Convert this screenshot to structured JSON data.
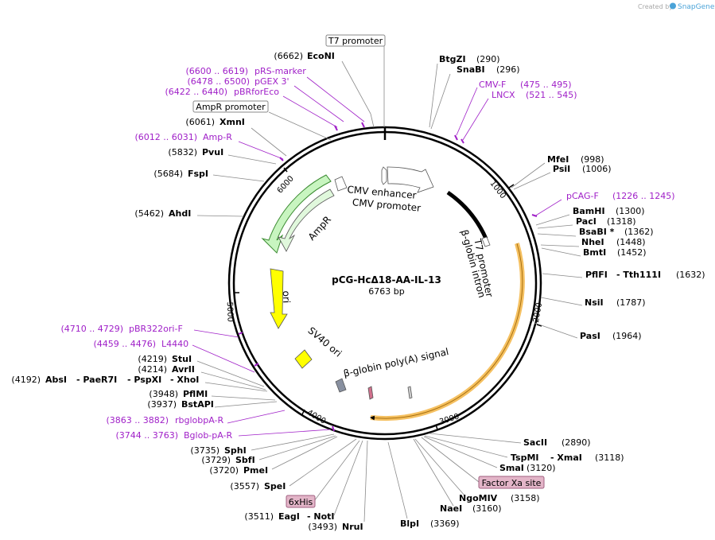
{
  "brand": {
    "prefix": "Created by",
    "name": "SnapGene"
  },
  "plasmid": {
    "name": "pCG-HcΔ18-AA-IL-13",
    "length": 6763,
    "length_label": "6763 bp",
    "ruler": [
      "1000",
      "2000",
      "3000",
      "4000",
      "5000",
      "6000"
    ]
  },
  "sites": [
    {
      "name": "EcoNI",
      "pos": "(6662)"
    },
    {
      "name": "BtgZI",
      "pos": "(290)"
    },
    {
      "name": "SnaBI",
      "pos": "(296)"
    },
    {
      "name": "XmnI",
      "pos": "(6061)"
    },
    {
      "name": "PvuI",
      "pos": "(5832)"
    },
    {
      "name": "FspI",
      "pos": "(5684)"
    },
    {
      "name": "AhdI",
      "pos": "(5462)"
    },
    {
      "name": "MfeI",
      "pos": "(998)"
    },
    {
      "name": "PsiI",
      "pos": "(1006)"
    },
    {
      "name": "BamHI",
      "pos": "(1300)"
    },
    {
      "name": "PacI",
      "pos": "(1318)"
    },
    {
      "name": "BsaBI *",
      "pos": "(1362)"
    },
    {
      "name": "NheI",
      "pos": "(1448)"
    },
    {
      "name": "BmtI",
      "pos": "(1452)"
    },
    {
      "name": "PflFI",
      "pos": "(1632)"
    },
    {
      "name": "- Tth111I",
      "pos": ""
    },
    {
      "name": "NsiI",
      "pos": "(1787)"
    },
    {
      "name": "PasI",
      "pos": "(1964)"
    },
    {
      "name": "StuI",
      "pos": "(4219)"
    },
    {
      "name": "AvrII",
      "pos": "(4214)"
    },
    {
      "name": "AbsI",
      "pos": "(4192)"
    },
    {
      "name": "- PaeR7I",
      "pos": ""
    },
    {
      "name": "- PspXI",
      "pos": ""
    },
    {
      "name": "- XhoI",
      "pos": ""
    },
    {
      "name": "PflMI",
      "pos": "(3948)"
    },
    {
      "name": "BstAPI",
      "pos": "(3937)"
    },
    {
      "name": "SphI",
      "pos": "(3735)"
    },
    {
      "name": "SbfI",
      "pos": "(3729)"
    },
    {
      "name": "PmeI",
      "pos": "(3720)"
    },
    {
      "name": "SpeI",
      "pos": "(3557)"
    },
    {
      "name": "EagI",
      "pos": "(3511)"
    },
    {
      "name": "- NotI",
      "pos": ""
    },
    {
      "name": "NruI",
      "pos": "(3493)"
    },
    {
      "name": "BlpI",
      "pos": "(3369)"
    },
    {
      "name": "NaeI",
      "pos": "(3160)"
    },
    {
      "name": "NgoMIV",
      "pos": "(3158)"
    },
    {
      "name": "SmaI",
      "pos": "(3120)"
    },
    {
      "name": "TspMI",
      "pos": "(3118)"
    },
    {
      "name": "- XmaI",
      "pos": ""
    },
    {
      "name": "SacII",
      "pos": "(2890)"
    }
  ],
  "primers": [
    {
      "name": "pRS-marker",
      "range": "(6600 .. 6619)"
    },
    {
      "name": "pGEX 3'",
      "range": "(6478 .. 6500)"
    },
    {
      "name": "pBRforEco",
      "range": "(6422 .. 6440)"
    },
    {
      "name": "Amp-R",
      "range": "(6012 .. 6031)"
    },
    {
      "name": "CMV-F",
      "range": "(475 .. 495)"
    },
    {
      "name": "LNCX",
      "range": "(521 .. 545)"
    },
    {
      "name": "pCAG-F",
      "range": "(1226 .. 1245)"
    },
    {
      "name": "pBR322ori-F",
      "range": "(4710 .. 4729)"
    },
    {
      "name": "L4440",
      "range": "(4459 .. 4476)"
    },
    {
      "name": "rbglobpA-R",
      "range": "(3863 .. 3882)"
    },
    {
      "name": "Bglob-pA-R",
      "range": "(3744 .. 3763)"
    }
  ],
  "boxed": {
    "t7_top": "T7 promoter",
    "ampr_promoter": "AmpR promoter",
    "factor_xa": "Factor Xa site",
    "his": "6xHis"
  },
  "features": {
    "cmv_enhancer": "CMV enhancer",
    "cmv_promoter": "CMV promoter",
    "bglobin_intron": "β-globin intron",
    "t7_promoter": "T7 promoter",
    "ampr": "AmpR",
    "ori": "ori",
    "sv40": "SV40 ori",
    "polya": "β-globin poly(A) signal"
  },
  "colors": {
    "ampr_fill": "#c8f5c0",
    "ori_fill": "#ffff00",
    "insert_arc": "#f5c060",
    "primer": "#a020c8",
    "box_pink": "#e3b5c8"
  }
}
